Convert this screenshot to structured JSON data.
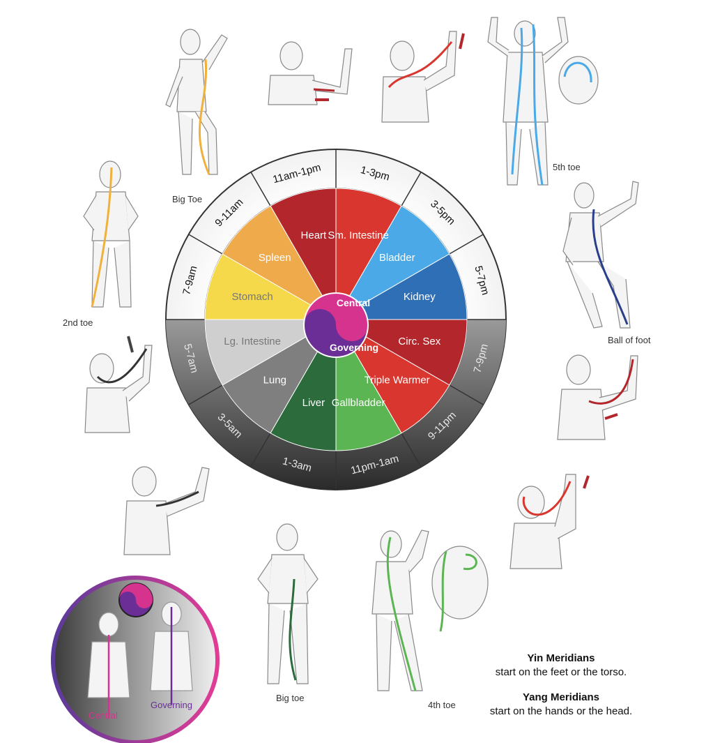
{
  "wheel": {
    "center_top": "Central",
    "center_bottom": "Governing",
    "sectors": [
      {
        "organ": "Heart",
        "time": "11am-1pm",
        "color": "#b3262b"
      },
      {
        "organ": "Sm. Intestine",
        "time": "1-3pm",
        "color": "#d8362e"
      },
      {
        "organ": "Bladder",
        "time": "3-5pm",
        "color": "#4aa9e6"
      },
      {
        "organ": "Kidney",
        "time": "5-7pm",
        "color": "#2f6fb5"
      },
      {
        "organ": "Circ. Sex",
        "time": "7-9pm",
        "color": "#b3262b"
      },
      {
        "organ": "Triple Warmer",
        "time": "9-11pm",
        "color": "#d8362e"
      },
      {
        "organ": "Gallbladder",
        "time": "11pm-1am",
        "color": "#5bb552"
      },
      {
        "organ": "Liver",
        "time": "1-3am",
        "color": "#2b6b3c"
      },
      {
        "organ": "Lung",
        "time": "3-5am",
        "color": "#7f7f7f"
      },
      {
        "organ": "Lg. Intestine",
        "time": "5-7am",
        "color": "#cfcfcf"
      },
      {
        "organ": "Stomach",
        "time": "7-9am",
        "color": "#f5d94a"
      },
      {
        "organ": "Spleen",
        "time": "9-11am",
        "color": "#efaa4c"
      }
    ]
  },
  "figure_labels": {
    "big_toe_top": "Big Toe",
    "second_toe": "2nd toe",
    "fifth_toe": "5th toe",
    "ball_of_foot": "Ball of foot",
    "big_toe_bottom": "Big toe",
    "fourth_toe": "4th toe"
  },
  "inset": {
    "central": "Central",
    "governing": "Governing"
  },
  "legend": {
    "yin_title": "Yin Meridians",
    "yin_text": "start on the feet or the torso.",
    "yang_title": "Yang Meridians",
    "yang_text": "start on the hands or the head."
  },
  "colors": {
    "central": "#d6338f",
    "governing": "#6a2e96",
    "ring_dark": "#333333"
  }
}
